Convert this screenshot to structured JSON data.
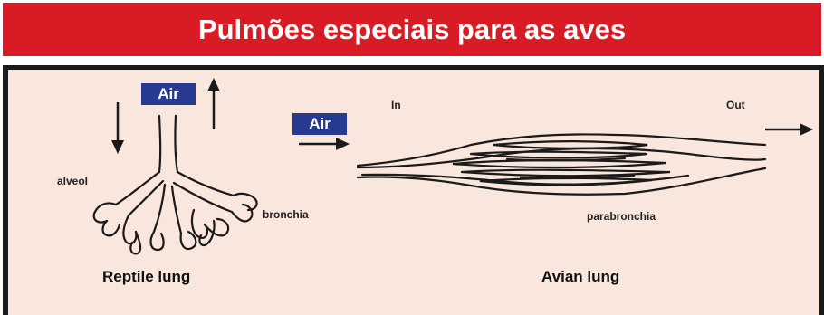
{
  "title": "Pulmões especiais para as aves",
  "colors": {
    "banner": "#d81b25",
    "panel_bg": "#f9e6dc",
    "air_badge": "#273a8f",
    "line": "#1a1a1a"
  },
  "reptile": {
    "air_label": "Air",
    "alveol_label": "alveol",
    "bronchia_label": "bronchia",
    "caption": "Reptile lung"
  },
  "avian": {
    "air_label": "Air",
    "in_label": "In",
    "out_label": "Out",
    "parabronchia_label": "parabronchia",
    "caption": "Avian lung"
  }
}
